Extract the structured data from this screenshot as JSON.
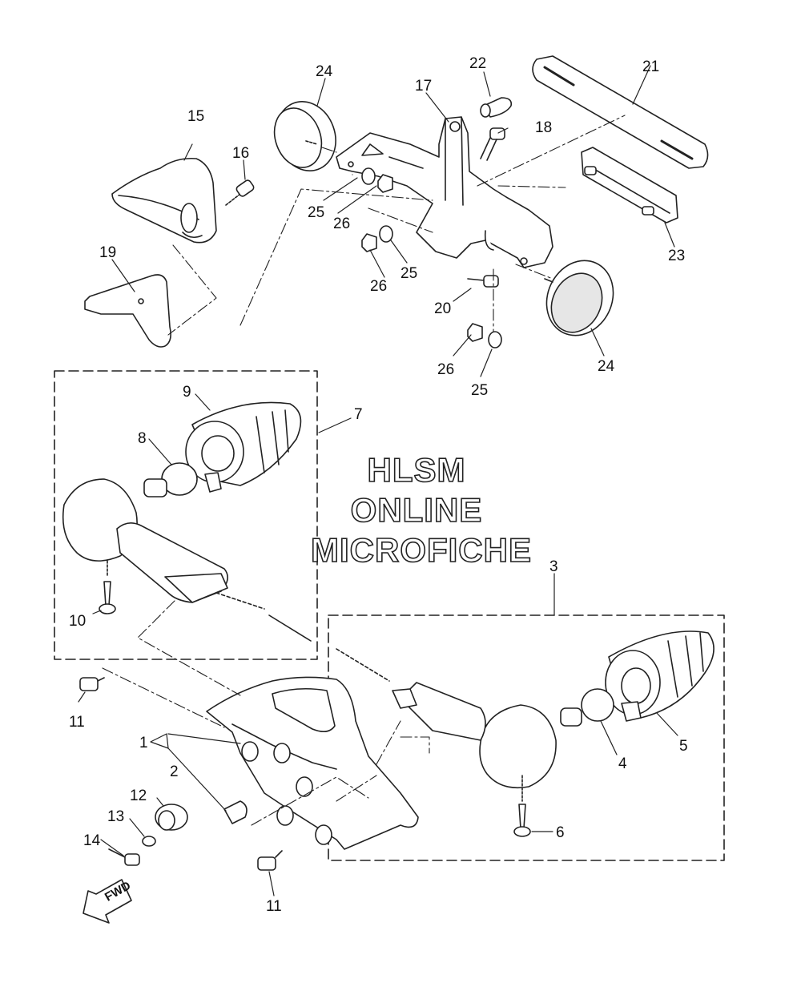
{
  "diagram": {
    "watermark": [
      "HLSM",
      "ONLINE",
      "MICROFICHE"
    ],
    "direction_label": "FWD",
    "callouts": [
      {
        "id": "c1",
        "text": "1"
      },
      {
        "id": "c2",
        "text": "2"
      },
      {
        "id": "c3",
        "text": "3"
      },
      {
        "id": "c4",
        "text": "4"
      },
      {
        "id": "c5",
        "text": "5"
      },
      {
        "id": "c6",
        "text": "6"
      },
      {
        "id": "c7",
        "text": "7"
      },
      {
        "id": "c8",
        "text": "8"
      },
      {
        "id": "c9",
        "text": "9"
      },
      {
        "id": "c10",
        "text": "10"
      },
      {
        "id": "c11a",
        "text": "11"
      },
      {
        "id": "c11b",
        "text": "11"
      },
      {
        "id": "c12",
        "text": "12"
      },
      {
        "id": "c13",
        "text": "13"
      },
      {
        "id": "c14",
        "text": "14"
      },
      {
        "id": "c15",
        "text": "15"
      },
      {
        "id": "c16",
        "text": "16"
      },
      {
        "id": "c17",
        "text": "17"
      },
      {
        "id": "c18",
        "text": "18"
      },
      {
        "id": "c19",
        "text": "19"
      },
      {
        "id": "c20",
        "text": "20"
      },
      {
        "id": "c21",
        "text": "21"
      },
      {
        "id": "c22",
        "text": "22"
      },
      {
        "id": "c23",
        "text": "23"
      },
      {
        "id": "c24a",
        "text": "24"
      },
      {
        "id": "c24b",
        "text": "24"
      },
      {
        "id": "c25a",
        "text": "25"
      },
      {
        "id": "c25b",
        "text": "25"
      },
      {
        "id": "c25c",
        "text": "25"
      },
      {
        "id": "c26a",
        "text": "26"
      },
      {
        "id": "c26b",
        "text": "26"
      },
      {
        "id": "c26c",
        "text": "26"
      }
    ],
    "colors": {
      "line": "#222222",
      "fill": "#ffffff",
      "shade": "#d8d8d8"
    }
  }
}
